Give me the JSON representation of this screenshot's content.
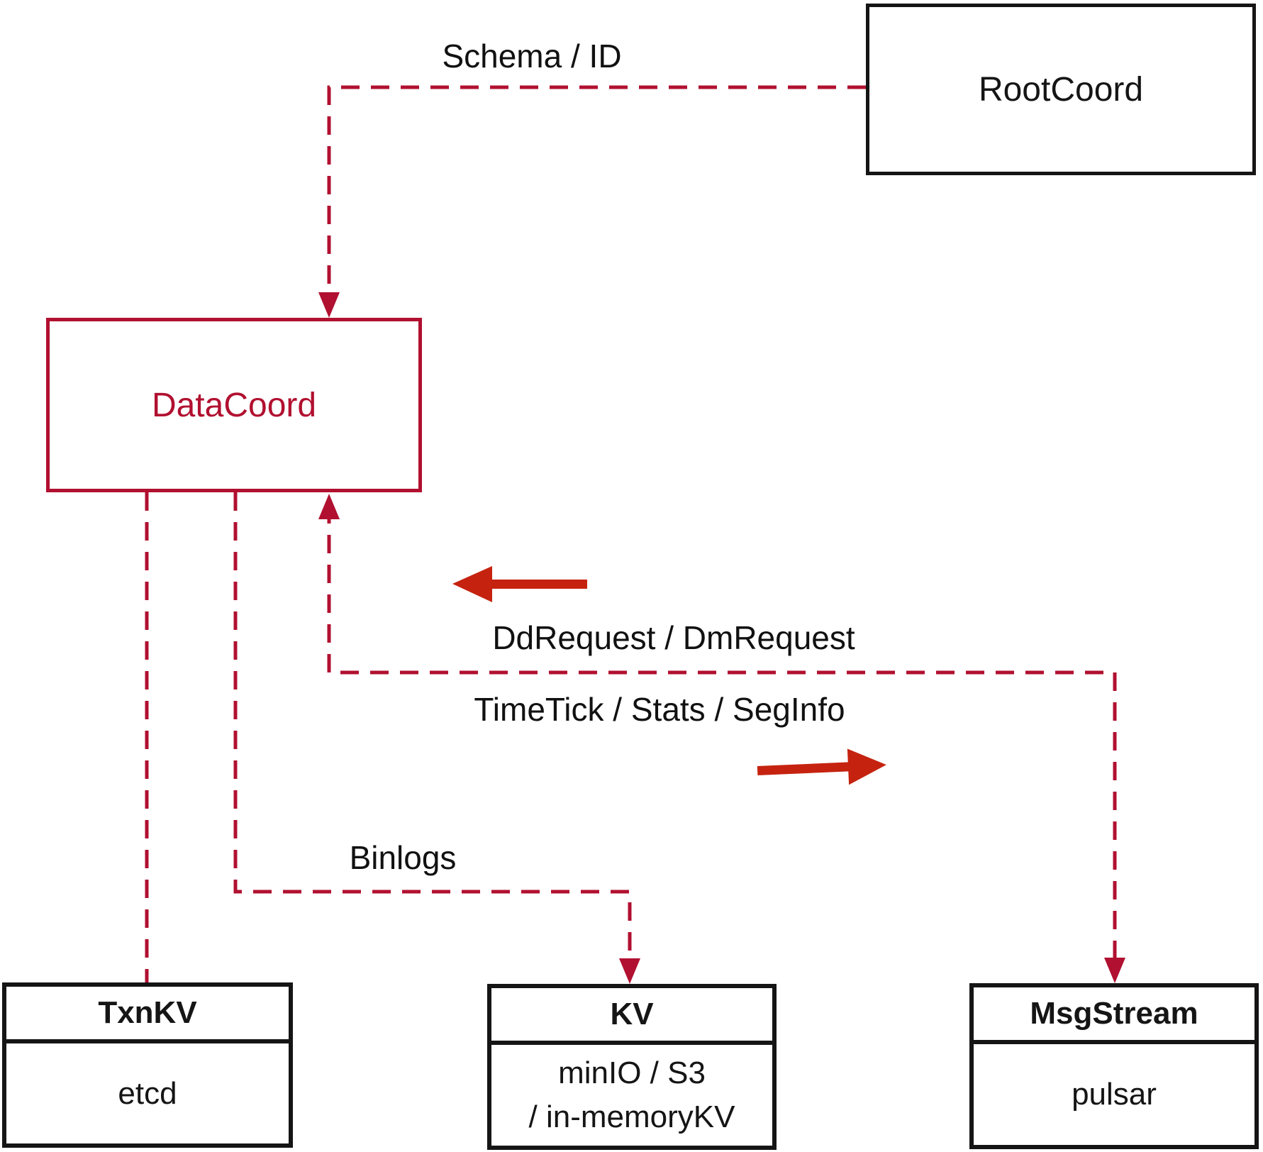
{
  "diagram": {
    "title": "DataCoord interactions diagram",
    "colors": {
      "dashed_line_crimson": "#B11030",
      "solid_arrow_red": "#C52310",
      "box_border_black": "#151515",
      "background": "#FFFFFF"
    },
    "nodes": {
      "root_coord": {
        "label": "RootCoord"
      },
      "data_coord": {
        "label": "DataCoord"
      },
      "txn_kv": {
        "title": "TxnKV",
        "body": "etcd"
      },
      "kv": {
        "title": "KV",
        "body_line1": "minIO / S3",
        "body_line2": "/ in-memoryKV"
      },
      "msg_stream": {
        "title": "MsgStream",
        "body": "pulsar"
      }
    },
    "edge_labels": {
      "schema": "Schema / ID",
      "dd_request": "DdRequest / DmRequest",
      "timetick": "TimeTick / Stats / SegInfo",
      "binlogs": "Binlogs"
    }
  }
}
